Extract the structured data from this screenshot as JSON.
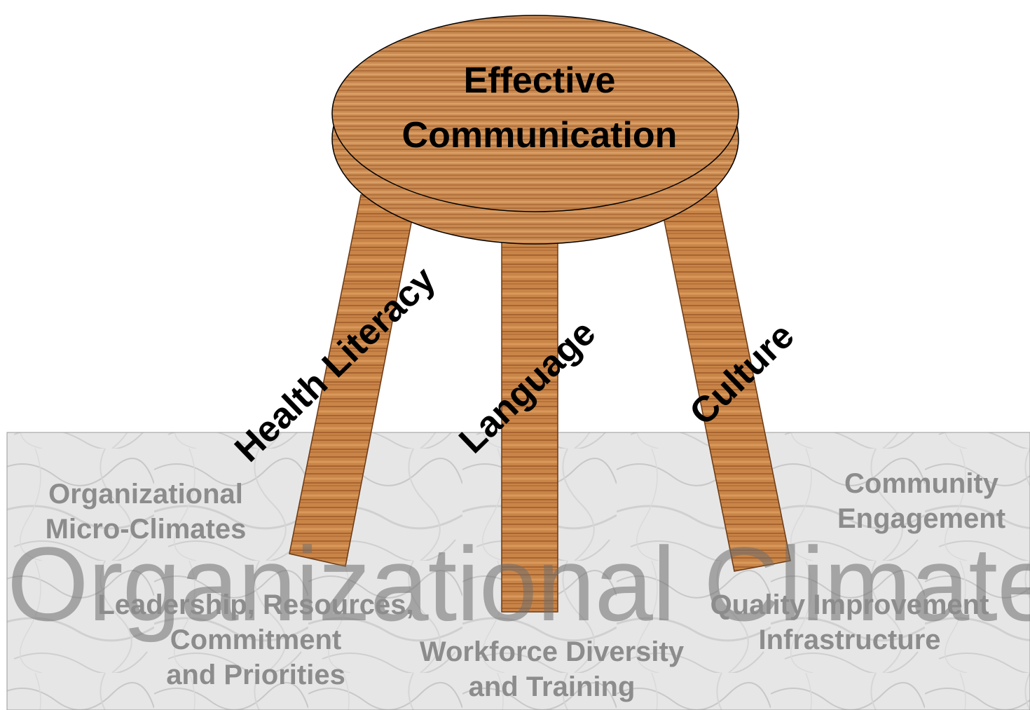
{
  "seat": {
    "line1": "Effective",
    "line2": "Communication"
  },
  "legs": {
    "left": "Health Literacy",
    "middle": "Language",
    "right": "Culture"
  },
  "foundation": {
    "title": "Organizational Climate",
    "micro_climates": [
      "Organizational",
      "Micro-Climates"
    ],
    "community": [
      "Community",
      "Engagement"
    ],
    "leadership": [
      "Leadership, Resources,",
      "Commitment",
      "and Priorities"
    ],
    "workforce": [
      "Workforce Diversity",
      "and Training"
    ],
    "quality": [
      "Quality Improvement",
      "Infrastructure"
    ]
  },
  "colors": {
    "wood": "#c98548",
    "wood_dark": "#8a4a1f",
    "marble": "#e4e4e4",
    "ground_text": "#8c8c8c"
  }
}
